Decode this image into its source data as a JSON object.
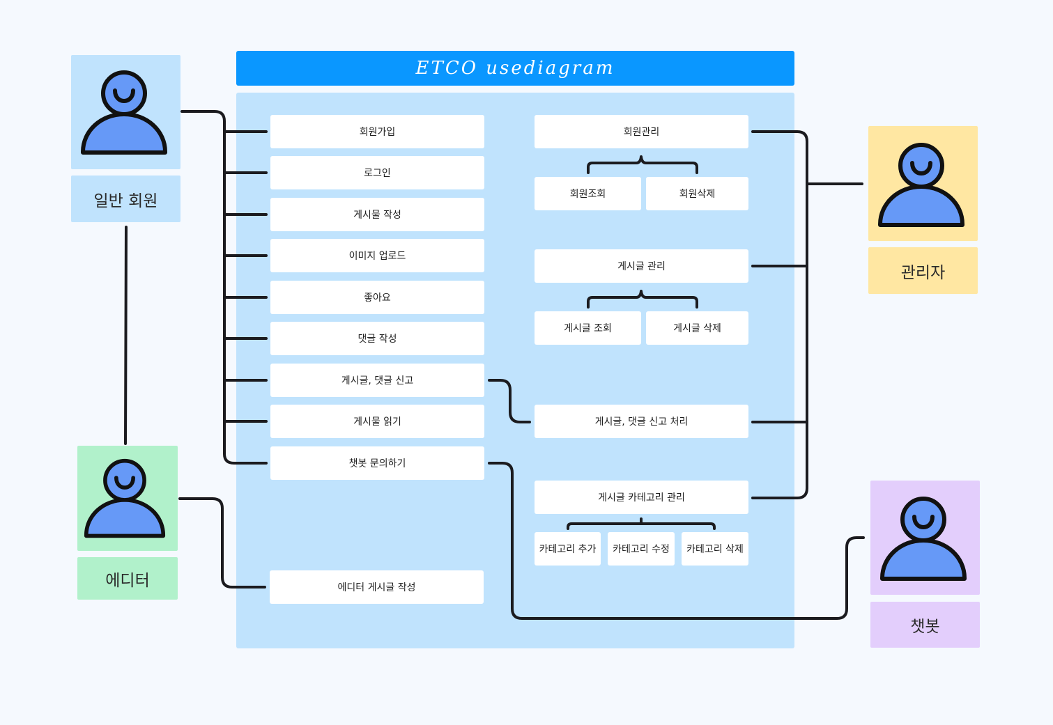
{
  "title": "ETCO usediagram",
  "actors": {
    "general_member": "일반 회원",
    "admin": "관리자",
    "editor": "에디터",
    "chatbot": "챗봇"
  },
  "member_use_cases": [
    "회원가입",
    "로그인",
    "게시물 작성",
    "이미지 업로드",
    "좋아요",
    "댓글 작성",
    "게시글, 댓글 신고",
    "게시물 읽기",
    "챗봇 문의하기"
  ],
  "editor_use_case": "에디터 게시글 작성",
  "admin_use_cases": {
    "member_mgmt": "회원관리",
    "member_view": "회원조회",
    "member_delete": "회원삭제",
    "post_mgmt": "게시글 관리",
    "post_view": "게시글 조회",
    "post_delete": "게시글 삭제",
    "report_handling": "게시글, 댓글 신고 처리",
    "category_mgmt": "게시글 카테고리 관리",
    "category_add": "카테고리 추가",
    "category_edit": "카테고리 수정",
    "category_delete": "카테고리 삭제"
  },
  "colors": {
    "title_bar": "#0a97ff",
    "system_bg": "#c0e3fd",
    "member_card": "#c0e3fd",
    "admin_card": "#ffe7a2",
    "editor_card": "#b1f1cb",
    "chatbot_card": "#e3cefc",
    "actor_icon": "#6699f7",
    "line": "#1b1b1f"
  }
}
